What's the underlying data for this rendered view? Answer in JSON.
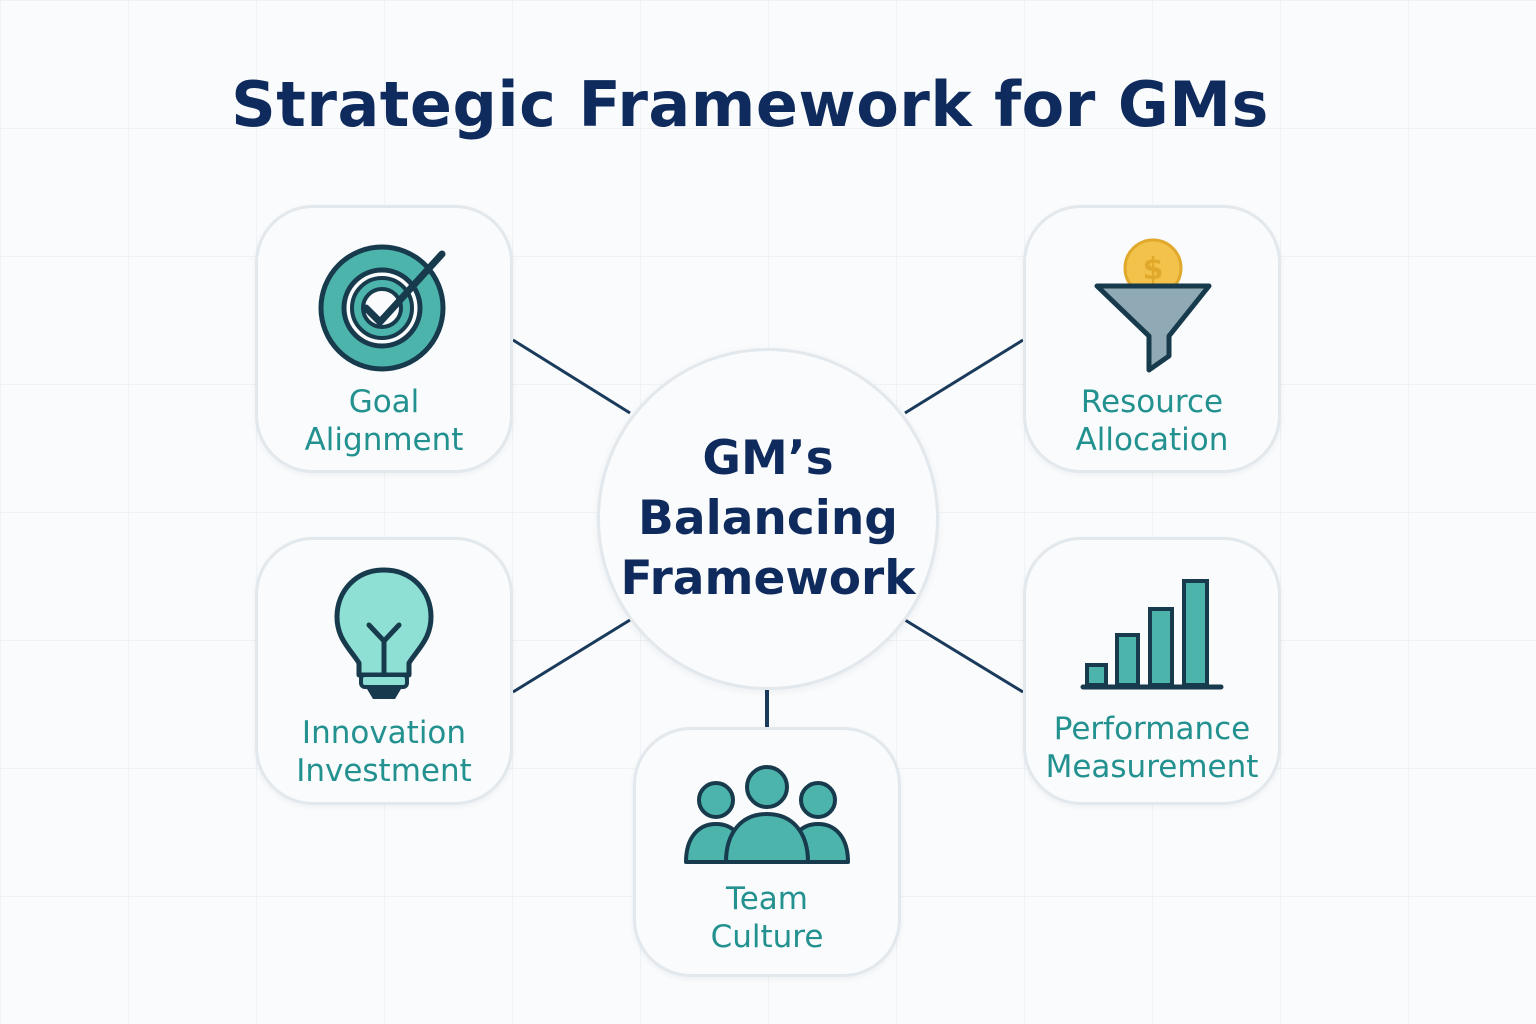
{
  "title": "Strategic Framework for GMs",
  "center": {
    "line1": "GM’s",
    "line2": "Balancing",
    "line3": "Framework"
  },
  "nodes": {
    "goal": {
      "line1": "Goal",
      "line2": "Alignment",
      "icon": "target-check-icon"
    },
    "resource": {
      "line1": "Resource",
      "line2": "Allocation",
      "icon": "funnel-coin-icon"
    },
    "innovation": {
      "line1": "Innovation",
      "line2": "Investment",
      "icon": "lightbulb-icon"
    },
    "performance": {
      "line1": "Performance",
      "line2": "Measurement",
      "icon": "bar-chart-icon"
    },
    "team": {
      "line1": "Team",
      "line2": "Culture",
      "icon": "team-people-icon"
    }
  },
  "colors": {
    "title": "#0f2a5c",
    "label": "#23918f",
    "icon_fill": "#4db4ac",
    "icon_light": "#8fe0d4",
    "icon_stroke": "#173a4c",
    "coin": "#f3c24a",
    "funnel": "#8fa9b5",
    "connector": "#1a3a5c"
  }
}
